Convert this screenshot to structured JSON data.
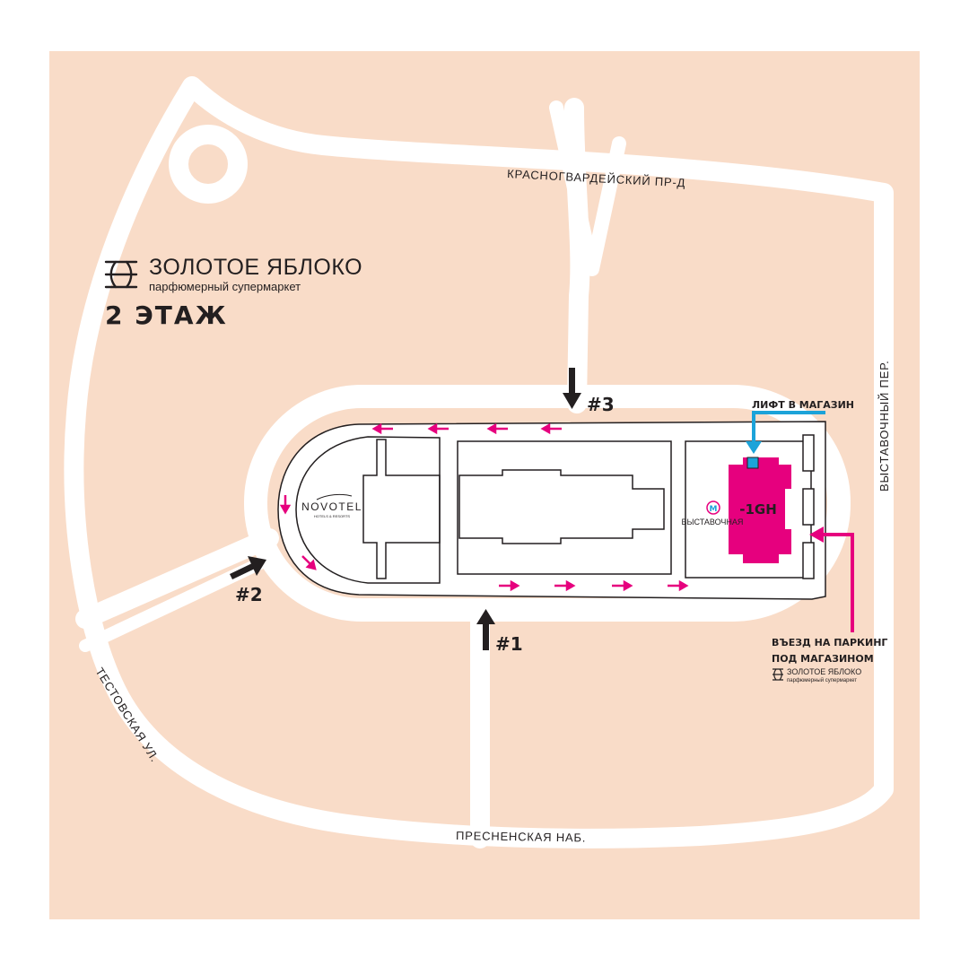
{
  "brand": {
    "name": "ЗОЛОТОЕ ЯБЛОКО",
    "tagline": "парфюмерный супермаркет",
    "floor": "2 ЭТАЖ"
  },
  "streets": {
    "north": "КРАСНОГВАРДЕЙСКИЙ ПР-Д",
    "east": "ВЫСТАВОЧНЫЙ ПЕР.",
    "south": "ПРЕСНЕНСКАЯ НАБ.",
    "west": "ТЕСТОВСКАЯ УЛ."
  },
  "entrances": {
    "e1": "#1",
    "e2": "#2",
    "e3": "#3"
  },
  "labels": {
    "lift": "ЛИФТ В МАГАЗИН",
    "store_code": "-1GH",
    "metro_station": "ВЫСТАВОЧНАЯ",
    "metro_letter": "М",
    "parking_line1": "ВЪЕЗД НА ПАРКИНГ",
    "parking_line2": "ПОД МАГАЗИНОМ",
    "small_brand_name": "ЗОЛОТОЕ ЯБЛОКО",
    "small_brand_tagline": "парфюмерный супермаркет",
    "hotel_name": "NOVOTEL",
    "hotel_sub": "HOTELS & RESORTS"
  },
  "colors": {
    "background": "#f9dcc8",
    "road": "#ffffff",
    "building_outline": "#231f20",
    "store": "#e6007e",
    "lift": "#1ca3d9",
    "arrow": "#e6007e",
    "text": "#231f20"
  }
}
